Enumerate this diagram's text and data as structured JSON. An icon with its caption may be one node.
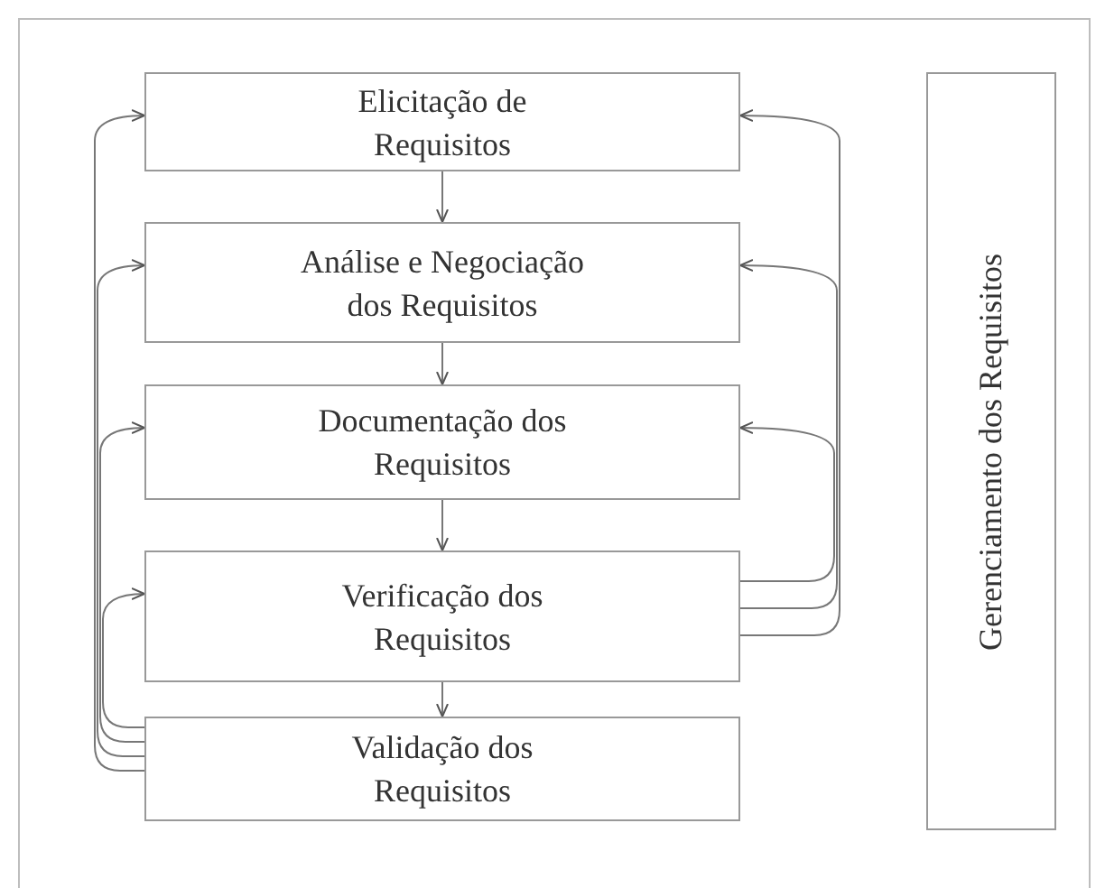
{
  "diagram": {
    "nodes": [
      {
        "text": [
          "Elicitação de Requisitos"
        ]
      },
      {
        "text": [
          "Análise e Negociação dos Requisitos"
        ]
      },
      {
        "text": [
          "Documentação dos Requisitos"
        ]
      },
      {
        "text": [
          "Verificação dos Requisitos"
        ]
      },
      {
        "text": [
          "Validação dos Requisitos"
        ]
      },
      {
        "text": [
          "Gerenciamento dos Requisitos"
        ]
      }
    ],
    "edges": [
      {
        "from": 0,
        "to": 1,
        "arrow": "to"
      },
      {
        "from": 1,
        "to": 2,
        "arrow": "to"
      },
      {
        "from": 2,
        "to": 3,
        "arrow": "to"
      },
      {
        "from": 3,
        "to": 4,
        "arrow": "to"
      },
      {
        "from": 4,
        "to": 0,
        "arrow": "to"
      },
      {
        "from": 4,
        "to": 1,
        "arrow": "to"
      },
      {
        "from": 4,
        "to": 2,
        "arrow": "to"
      },
      {
        "from": 4,
        "to": 3,
        "arrow": "to"
      },
      {
        "from": 3,
        "to": 0,
        "arrow": "to"
      },
      {
        "from": 3,
        "to": 1,
        "arrow": "to"
      },
      {
        "from": 3,
        "to": 2,
        "arrow": "to"
      }
    ]
  }
}
